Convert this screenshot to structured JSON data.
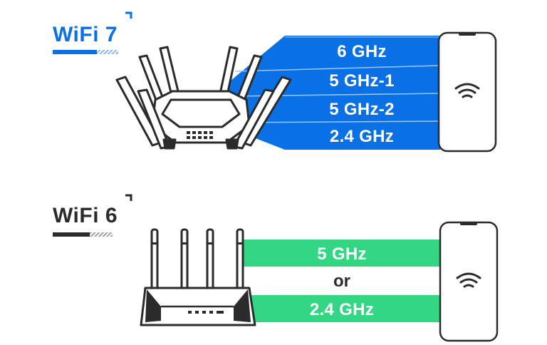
{
  "wifi7": {
    "title": "WiFi 7",
    "accent": "#0a70e6",
    "bands": [
      "6 GHz",
      "5 GHz-1",
      "5 GHz-2",
      "2.4 GHz"
    ]
  },
  "wifi6": {
    "title": "WiFi 6",
    "accent": "#33d783",
    "band_top": "5 GHz",
    "separator": "or",
    "band_bottom": "2.4 GHz"
  },
  "colors": {
    "dark": "#2b2b2b",
    "blue": "#0a70e6",
    "green": "#33d783"
  },
  "icons": [
    "wifi7-router-icon",
    "wifi6-router-icon",
    "phone-icon",
    "wifi-signal-icon"
  ]
}
